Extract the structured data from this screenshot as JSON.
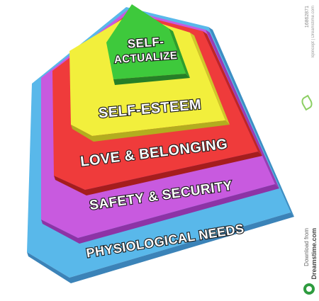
{
  "diagram": {
    "levels": [
      {
        "label": "SELF-",
        "label2": "ACTUALIZE",
        "color_top": "#3ec93c",
        "color_side": "#2c9e2e",
        "color_front": "#35b236"
      },
      {
        "label": "SELF-ESTEEM",
        "color_top": "#f2ef3c",
        "color_side": "#cfc92a",
        "color_front": "#e6e03a"
      },
      {
        "label": "LOVE & BELONGING",
        "color_top": "#ef3b3b",
        "color_side": "#bf2525",
        "color_front": "#dd3030"
      },
      {
        "label": "SAFETY & SECURITY",
        "color_top": "#c85adf",
        "color_side": "#9a3cb4",
        "color_front": "#b84fd0"
      },
      {
        "label": "PHYSIOLOGICAL NEEDS",
        "color_top": "#59b8ea",
        "color_side": "#3c8fc4",
        "color_front": "#4aa6dd"
      }
    ]
  },
  "watermark": {
    "image_id": "16862871",
    "credit": "Iqoncept | Dreamstime.com",
    "download_from": "Download from",
    "brand": "Dreamstime.com",
    "logo_icon": "dreamstime-logo-icon",
    "accent": "#2e9b3f"
  }
}
